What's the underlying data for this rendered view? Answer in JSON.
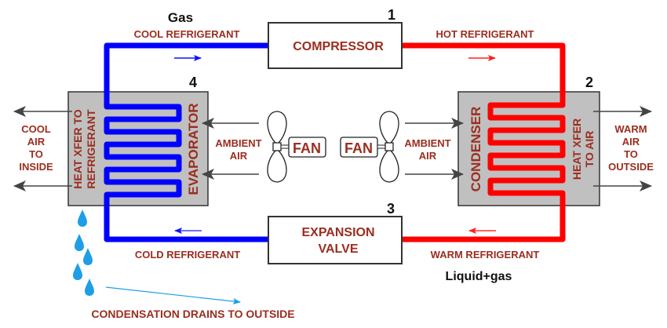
{
  "components": {
    "compressor": {
      "label": "COMPRESSOR",
      "number": "1"
    },
    "condenser": {
      "label": "CONDENSER",
      "number": "2",
      "side_label_lines": [
        "HEAT XFER",
        "TO AIR"
      ]
    },
    "expansion_valve": {
      "label_lines": [
        "EXPANSION",
        "VALVE"
      ],
      "number": "3"
    },
    "evaporator": {
      "label": "EVAPORATOR",
      "number": "4",
      "side_label_lines": [
        "HEAT XFER TO",
        "REFRIGERANT"
      ]
    }
  },
  "pipes": {
    "top_left": {
      "label": "COOL REFRIGERANT",
      "state": "Gas"
    },
    "top_right": {
      "label": "HOT REFRIGERANT"
    },
    "bottom_left": {
      "label": "COLD REFRIGERANT"
    },
    "bottom_right": {
      "label": "WARM REFRIGERANT",
      "state": "Liquid+gas"
    }
  },
  "fans": {
    "left": {
      "label": "FAN",
      "air_label_lines": [
        "AMBIENT",
        "AIR"
      ]
    },
    "right": {
      "label": "FAN",
      "air_label_lines": [
        "AMBIENT",
        "AIR"
      ]
    }
  },
  "outputs": {
    "inside": {
      "lines": [
        "COOL",
        "AIR",
        "TO",
        "INSIDE"
      ]
    },
    "outside": {
      "lines": [
        "WARM",
        "AIR",
        "TO",
        "OUTSIDE"
      ]
    }
  },
  "condensation": {
    "label": "CONDENSATION DRAINS TO OUTSIDE"
  },
  "colors": {
    "cold_pipe": "#0000ff",
    "hot_pipe": "#ff0000",
    "label_text": "#9b2d1f",
    "box_fill": "#c0c0c0",
    "water": "#1e9ee6",
    "arrow": "#444444"
  }
}
